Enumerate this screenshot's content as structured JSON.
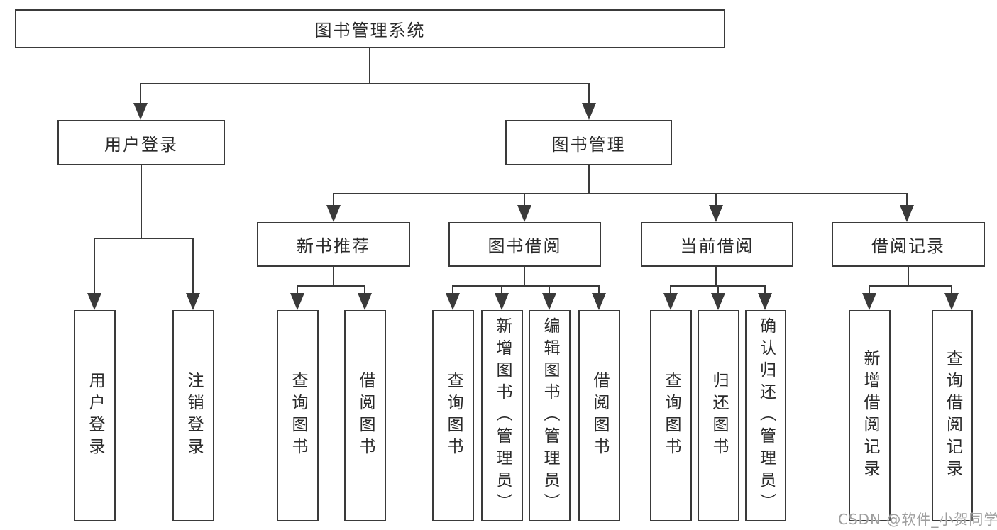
{
  "tree": {
    "root": {
      "label": "图书管理系统"
    },
    "branches": [
      {
        "label": "用户登录",
        "children": [
          {
            "label": "用户登录"
          },
          {
            "label": "注销登录"
          }
        ]
      },
      {
        "label": "图书管理",
        "children": [
          {
            "label": "新书推荐",
            "children": [
              {
                "label": "查询图书"
              },
              {
                "label": "借阅图书"
              }
            ]
          },
          {
            "label": "图书借阅",
            "children": [
              {
                "label": "查询图书"
              },
              {
                "label": "新增图书（管理员）"
              },
              {
                "label": "编辑图书（管理员）"
              },
              {
                "label": "借阅图书"
              }
            ]
          },
          {
            "label": "当前借阅",
            "children": [
              {
                "label": "查询图书"
              },
              {
                "label": "归还图书"
              },
              {
                "label": "确认归还（管理员）"
              }
            ]
          },
          {
            "label": "借阅记录",
            "children": [
              {
                "label": "新增借阅记录"
              },
              {
                "label": "查询借阅记录"
              }
            ]
          }
        ]
      }
    ]
  },
  "watermark": {
    "text": "CSDN @软件_小贺同学"
  },
  "colors": {
    "line": "#3a3a3a",
    "text": "#2a2a2a",
    "watermark": "#9e9e9e"
  }
}
